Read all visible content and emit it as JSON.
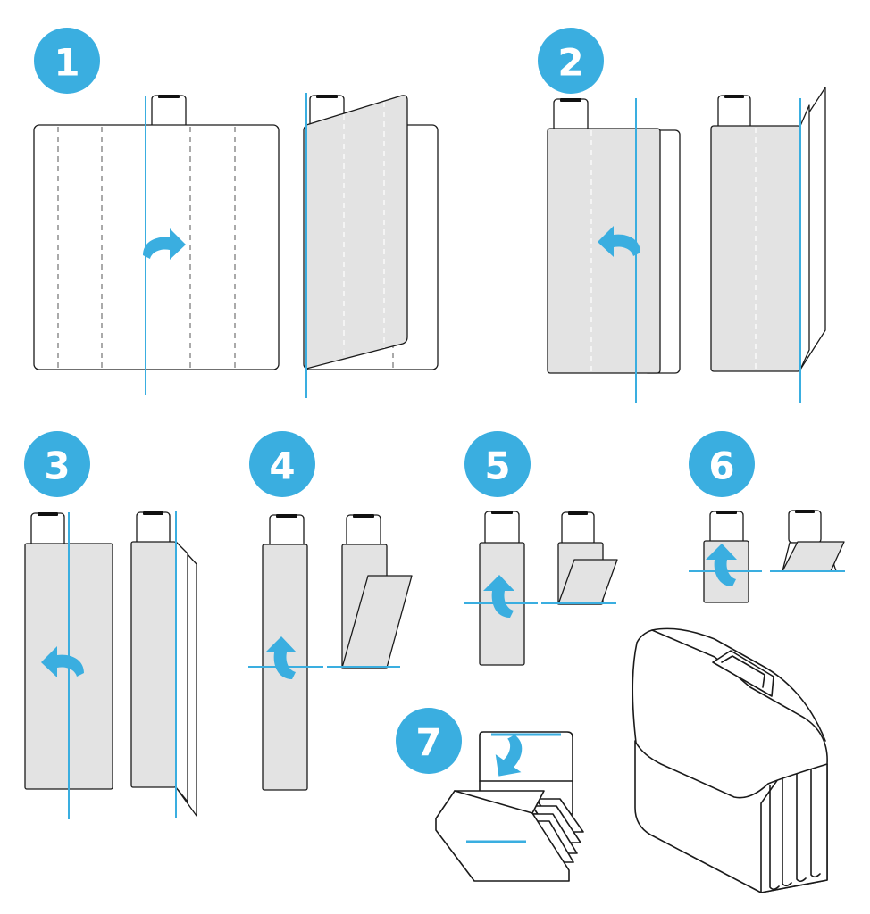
{
  "colors": {
    "accent": "#3aaee0",
    "panel": "#e3e3e3",
    "ink": "#1a1a1a"
  },
  "steps": [
    {
      "number": "1"
    },
    {
      "number": "2"
    },
    {
      "number": "3"
    },
    {
      "number": "4"
    },
    {
      "number": "5"
    },
    {
      "number": "6"
    },
    {
      "number": "7"
    }
  ],
  "icons": [
    "fold-arrow-right-icon",
    "fold-arrow-left-icon",
    "fold-arrow-up-icon",
    "fold-arrow-down-icon"
  ]
}
